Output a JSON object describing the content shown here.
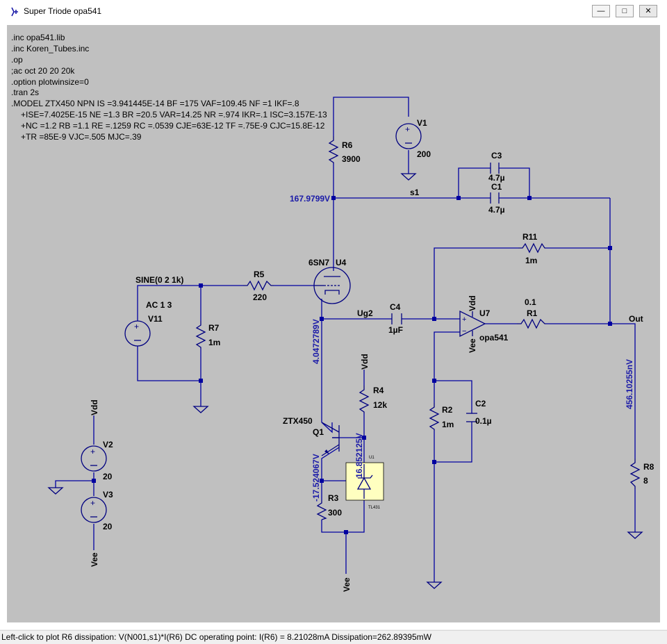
{
  "window": {
    "title": "Super Triode opa541",
    "controls": {
      "minimize": "—",
      "maximize": "□",
      "close": "✕"
    }
  },
  "directives": [
    ".inc opa541.lib",
    ".inc Koren_Tubes.inc",
    ".op",
    ";ac oct 20 20 20k",
    ".option plotwinsize=0",
    ".tran 2s",
    ".MODEL ZTX450 NPN IS =3.941445E-14 BF =175 VAF=109.45 NF =1 IKF=.8",
    "+ISE=7.4025E-15 NE =1.3 BR =20.5 VAR=14.25 NR =.974 IKR=.1 ISC=3.157E-13",
    "+NC =1.2 RB =1.1 RE =.1259 RC =.0539 CJE=63E-12 TF =.75E-9 CJC=15.8E-12",
    "+TR =85E-9 VJC=.505 MJC=.39"
  ],
  "components": {
    "V1": {
      "name": "V1",
      "value": "200"
    },
    "R6": {
      "name": "R6",
      "value": "3900"
    },
    "C3": {
      "name": "C3",
      "value": "4.7µ"
    },
    "C1": {
      "name": "C1",
      "value": "4.7µ"
    },
    "R11": {
      "name": "R11",
      "value": "1m"
    },
    "U4": {
      "name": "U4",
      "model": "6SN7"
    },
    "R5": {
      "name": "R5",
      "value": "220"
    },
    "V11": {
      "name": "V11",
      "value": "SINE(0 2 1k)",
      "ac": "AC 1 3"
    },
    "R7": {
      "name": "R7",
      "value": "1m"
    },
    "C4": {
      "name": "C4",
      "value": "1µF"
    },
    "U7": {
      "name": "U7",
      "model": "opa541",
      "vdd": "Vdd",
      "vee": "Vee"
    },
    "R1": {
      "name": "R1",
      "value": "0.1"
    },
    "R4": {
      "name": "R4",
      "value": "12k"
    },
    "Q1": {
      "name": "Q1",
      "model": "ZTX450"
    },
    "U1": {
      "name": "U1",
      "model": "TL431"
    },
    "R3": {
      "name": "R3",
      "value": "300"
    },
    "R2": {
      "name": "R2",
      "value": "1m"
    },
    "C2": {
      "name": "C2",
      "value": "0.1µ"
    },
    "R8": {
      "name": "R8",
      "value": "8"
    },
    "V2": {
      "name": "V2",
      "value": "20"
    },
    "V3": {
      "name": "V3",
      "value": "20"
    }
  },
  "nets": {
    "s1": "s1",
    "ug2": "Ug2",
    "out": "Out",
    "vdd": "Vdd",
    "vee": "Vee"
  },
  "voltages": {
    "n1": "167.9799V",
    "n2": "4.0472789V",
    "n3": "16.852125V",
    "n4": "-17.524067V",
    "n5": "456.10255nV"
  },
  "status_text": "Left-click to plot R6 dissipation: V(N001,s1)*I(R6)  DC operating point: I(R6) = 8.21028mA   Dissipation=262.89395mW",
  "colors": {
    "wire": "#0000a0",
    "background": "#c0c0c0",
    "voltage": "#1a1aa8",
    "tl431_fill": "#ffffc0"
  }
}
